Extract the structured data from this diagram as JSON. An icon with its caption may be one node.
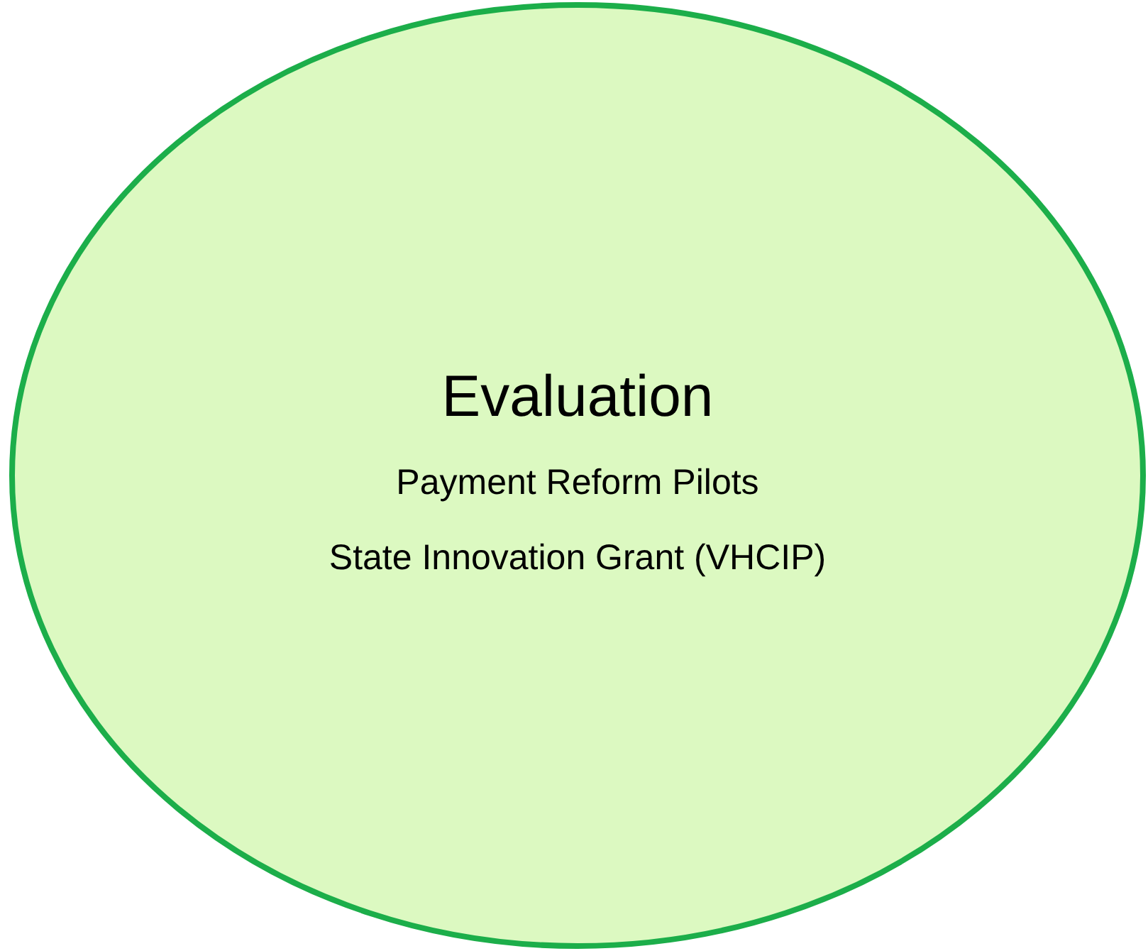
{
  "diagram": {
    "nodes": [
      {
        "text": [
          "Evaluation",
          "Payment Reform Pilots",
          "State Innovation Grant (VHCIP)"
        ]
      }
    ]
  }
}
